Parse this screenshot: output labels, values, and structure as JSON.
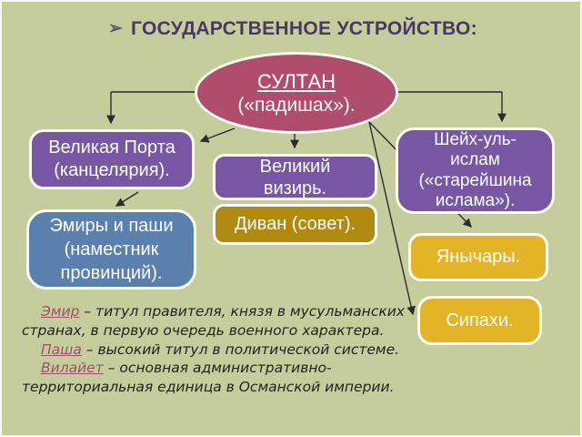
{
  "slide": {
    "background_color": "#c5cd9d",
    "title": {
      "bullet_icon": "arrowhead-bullet",
      "bullet_glyph": "➢",
      "text": "ГОСУДАРСТВЕННОЕ УСТРОЙСТВО:",
      "color": "#463963"
    },
    "diagram": {
      "sultan": {
        "name": "СУЛТАН",
        "subtitle": "(«падишах»).",
        "fill": "#b04c6c"
      },
      "porta": {
        "label": "Великая Порта\n(канцелярия).",
        "fill": "#7757a3"
      },
      "vizier": {
        "label": "Великий\nвизирь.",
        "fill": "#7757a3"
      },
      "sheikh": {
        "label": "Шейх-уль-\nислам\n(«старейшина\nислама»).",
        "fill": "#7757a3"
      },
      "divan": {
        "label": "Диван (совет).",
        "fill": "#b08a0f"
      },
      "emirs": {
        "label": "Эмиры и паши\n(наместник\nпровинций).",
        "fill": "#5a81ad"
      },
      "janissaries": {
        "label": "Янычары.",
        "fill": "#e4b427"
      },
      "sipahi": {
        "label": "Сипахи.",
        "fill": "#e4b427"
      },
      "connector_color": "#2b2b2b",
      "border_color": "#fdfdf8"
    },
    "footer": {
      "term_color": "#a0506a",
      "p1": {
        "term": "Эмир",
        "line1_rest": " – титул правителя, князя в мусульманских",
        "line2": "странах, в первую очередь военного характера."
      },
      "p2": {
        "term": "Паша",
        "rest": " – высокий титул в политической системе."
      },
      "p3": {
        "term": "Вилайет",
        "line1_rest": " – основная административно-",
        "line2": "территориальная единица в Османской империи."
      }
    }
  }
}
